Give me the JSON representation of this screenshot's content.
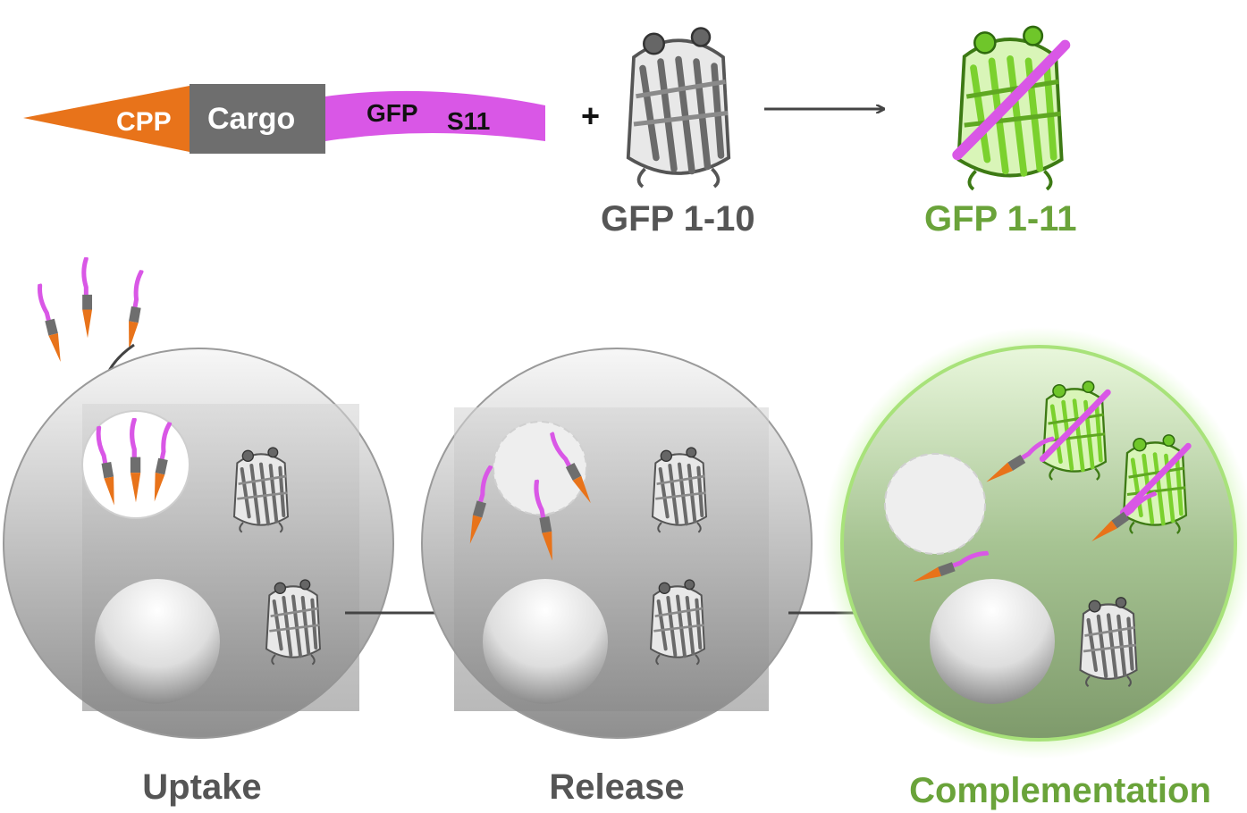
{
  "construct": {
    "cpp_label": "CPP",
    "cargo_label": "Cargo",
    "gfp_label": "GFP",
    "s11_label": "S11"
  },
  "plus_sign": "+",
  "gfp_1_10_label": "GFP 1-10",
  "gfp_1_11_label": "GFP 1-11",
  "stages": {
    "uptake": "Uptake",
    "release": "Release",
    "complementation": "Complementation"
  },
  "colors": {
    "cpp": "#e8731a",
    "cargo": "#6e6e6e",
    "gfp_s11": "#d957e6",
    "gfp_1_10": "#7a7a7a",
    "gfp_1_11": "#86d63a",
    "label_dark": "#555555",
    "label_green": "#6aa33a",
    "glow": "#9be36a"
  }
}
